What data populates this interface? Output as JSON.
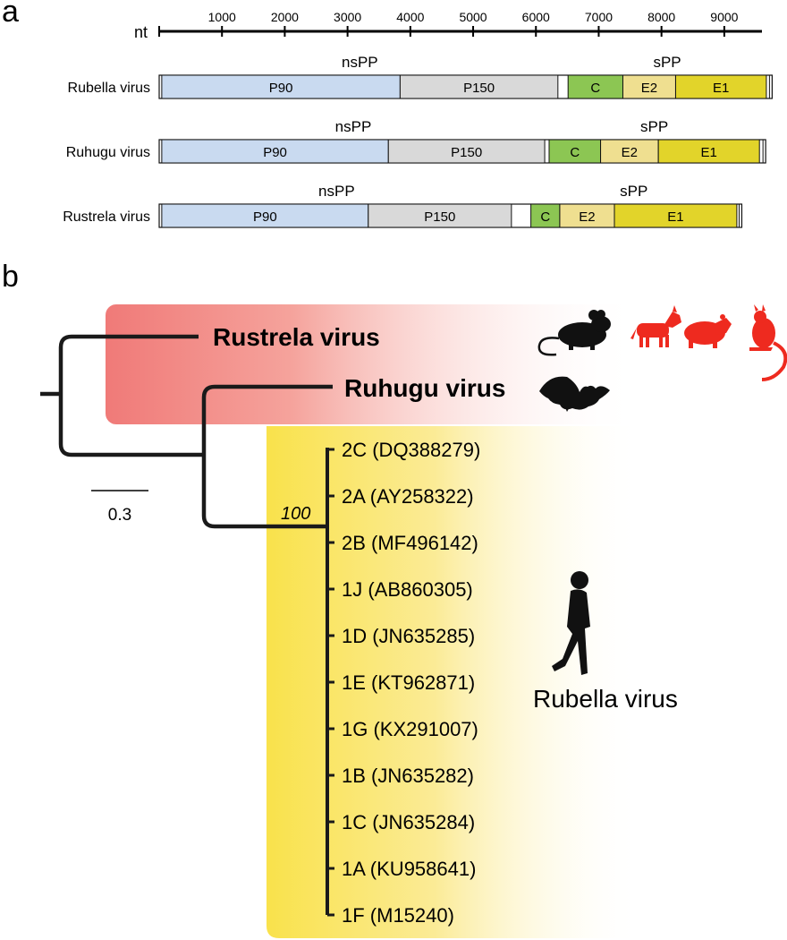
{
  "panel_a": {
    "label": "a",
    "axis": {
      "label": "nt",
      "max": 9600,
      "ticks": [
        1000,
        2000,
        3000,
        4000,
        5000,
        6000,
        7000,
        8000,
        9000
      ]
    },
    "genomes": [
      {
        "name": "Rubella virus",
        "length": 9762,
        "group_labels": {
          "ns": "nsPP",
          "s": "sPP"
        },
        "segments": [
          {
            "label": "P90",
            "start": 41,
            "end": 3837,
            "color": "#c9daf0"
          },
          {
            "label": "P150",
            "start": 3837,
            "end": 6350,
            "color": "#d9d9d9"
          },
          {
            "label": "C",
            "start": 6512,
            "end": 7385,
            "color": "#8cc653"
          },
          {
            "label": "E2",
            "start": 7385,
            "end": 8225,
            "color": "#efdf90"
          },
          {
            "label": "E1",
            "start": 8225,
            "end": 9670,
            "color": "#e2d42a"
          }
        ]
      },
      {
        "name": "Ruhugu virus",
        "length": 9659,
        "group_labels": {
          "ns": "nsPP",
          "s": "sPP"
        },
        "segments": [
          {
            "label": "P90",
            "start": 41,
            "end": 3650,
            "color": "#c9daf0"
          },
          {
            "label": "P150",
            "start": 3650,
            "end": 6140,
            "color": "#d9d9d9"
          },
          {
            "label": "C",
            "start": 6210,
            "end": 7030,
            "color": "#8cc653"
          },
          {
            "label": "E2",
            "start": 7030,
            "end": 7950,
            "color": "#efdf90"
          },
          {
            "label": "E1",
            "start": 7950,
            "end": 9560,
            "color": "#e2d42a"
          }
        ]
      },
      {
        "name": "Rustrela virus",
        "length": 9279,
        "group_labels": {
          "ns": "nsPP",
          "s": "sPP"
        },
        "segments": [
          {
            "label": "P90",
            "start": 41,
            "end": 3330,
            "color": "#c9daf0"
          },
          {
            "label": "P150",
            "start": 3330,
            "end": 5610,
            "color": "#d9d9d9"
          },
          {
            "label": "C",
            "start": 5920,
            "end": 6380,
            "color": "#8cc653"
          },
          {
            "label": "E2",
            "start": 6380,
            "end": 7250,
            "color": "#efdf90"
          },
          {
            "label": "E1",
            "start": 7250,
            "end": 9200,
            "color": "#e2d42a"
          }
        ]
      }
    ]
  },
  "panel_b": {
    "label": "b",
    "scale_bar": {
      "value": 0.3,
      "label": "0.3"
    },
    "bootstrap": "100",
    "rustrela": {
      "name": "Rustrela virus",
      "color": "#f07a78",
      "hosts": [
        "mouse-icon",
        "donkey-icon",
        "capybara-icon",
        "wallaby-icon"
      ]
    },
    "ruhugu": {
      "name": "Ruhugu virus",
      "color": "#f07a78",
      "host": "bat-icon"
    },
    "rubella": {
      "name": "Rubella virus",
      "color": "#f9e24b",
      "host": "human-icon",
      "leaves": [
        "2C (DQ388279)",
        "2A (AY258322)",
        "2B (MF496142)",
        "1J (AB860305)",
        "1D (JN635285)",
        "1E (KT962871)",
        "1G (KX291007)",
        "1B (JN635282)",
        "1C (JN635284)",
        "1A (KU958641)",
        "1F (M15240)"
      ]
    },
    "host_colors": {
      "reservoir": "#111111",
      "other_hosts": "#ee2a1f"
    }
  }
}
